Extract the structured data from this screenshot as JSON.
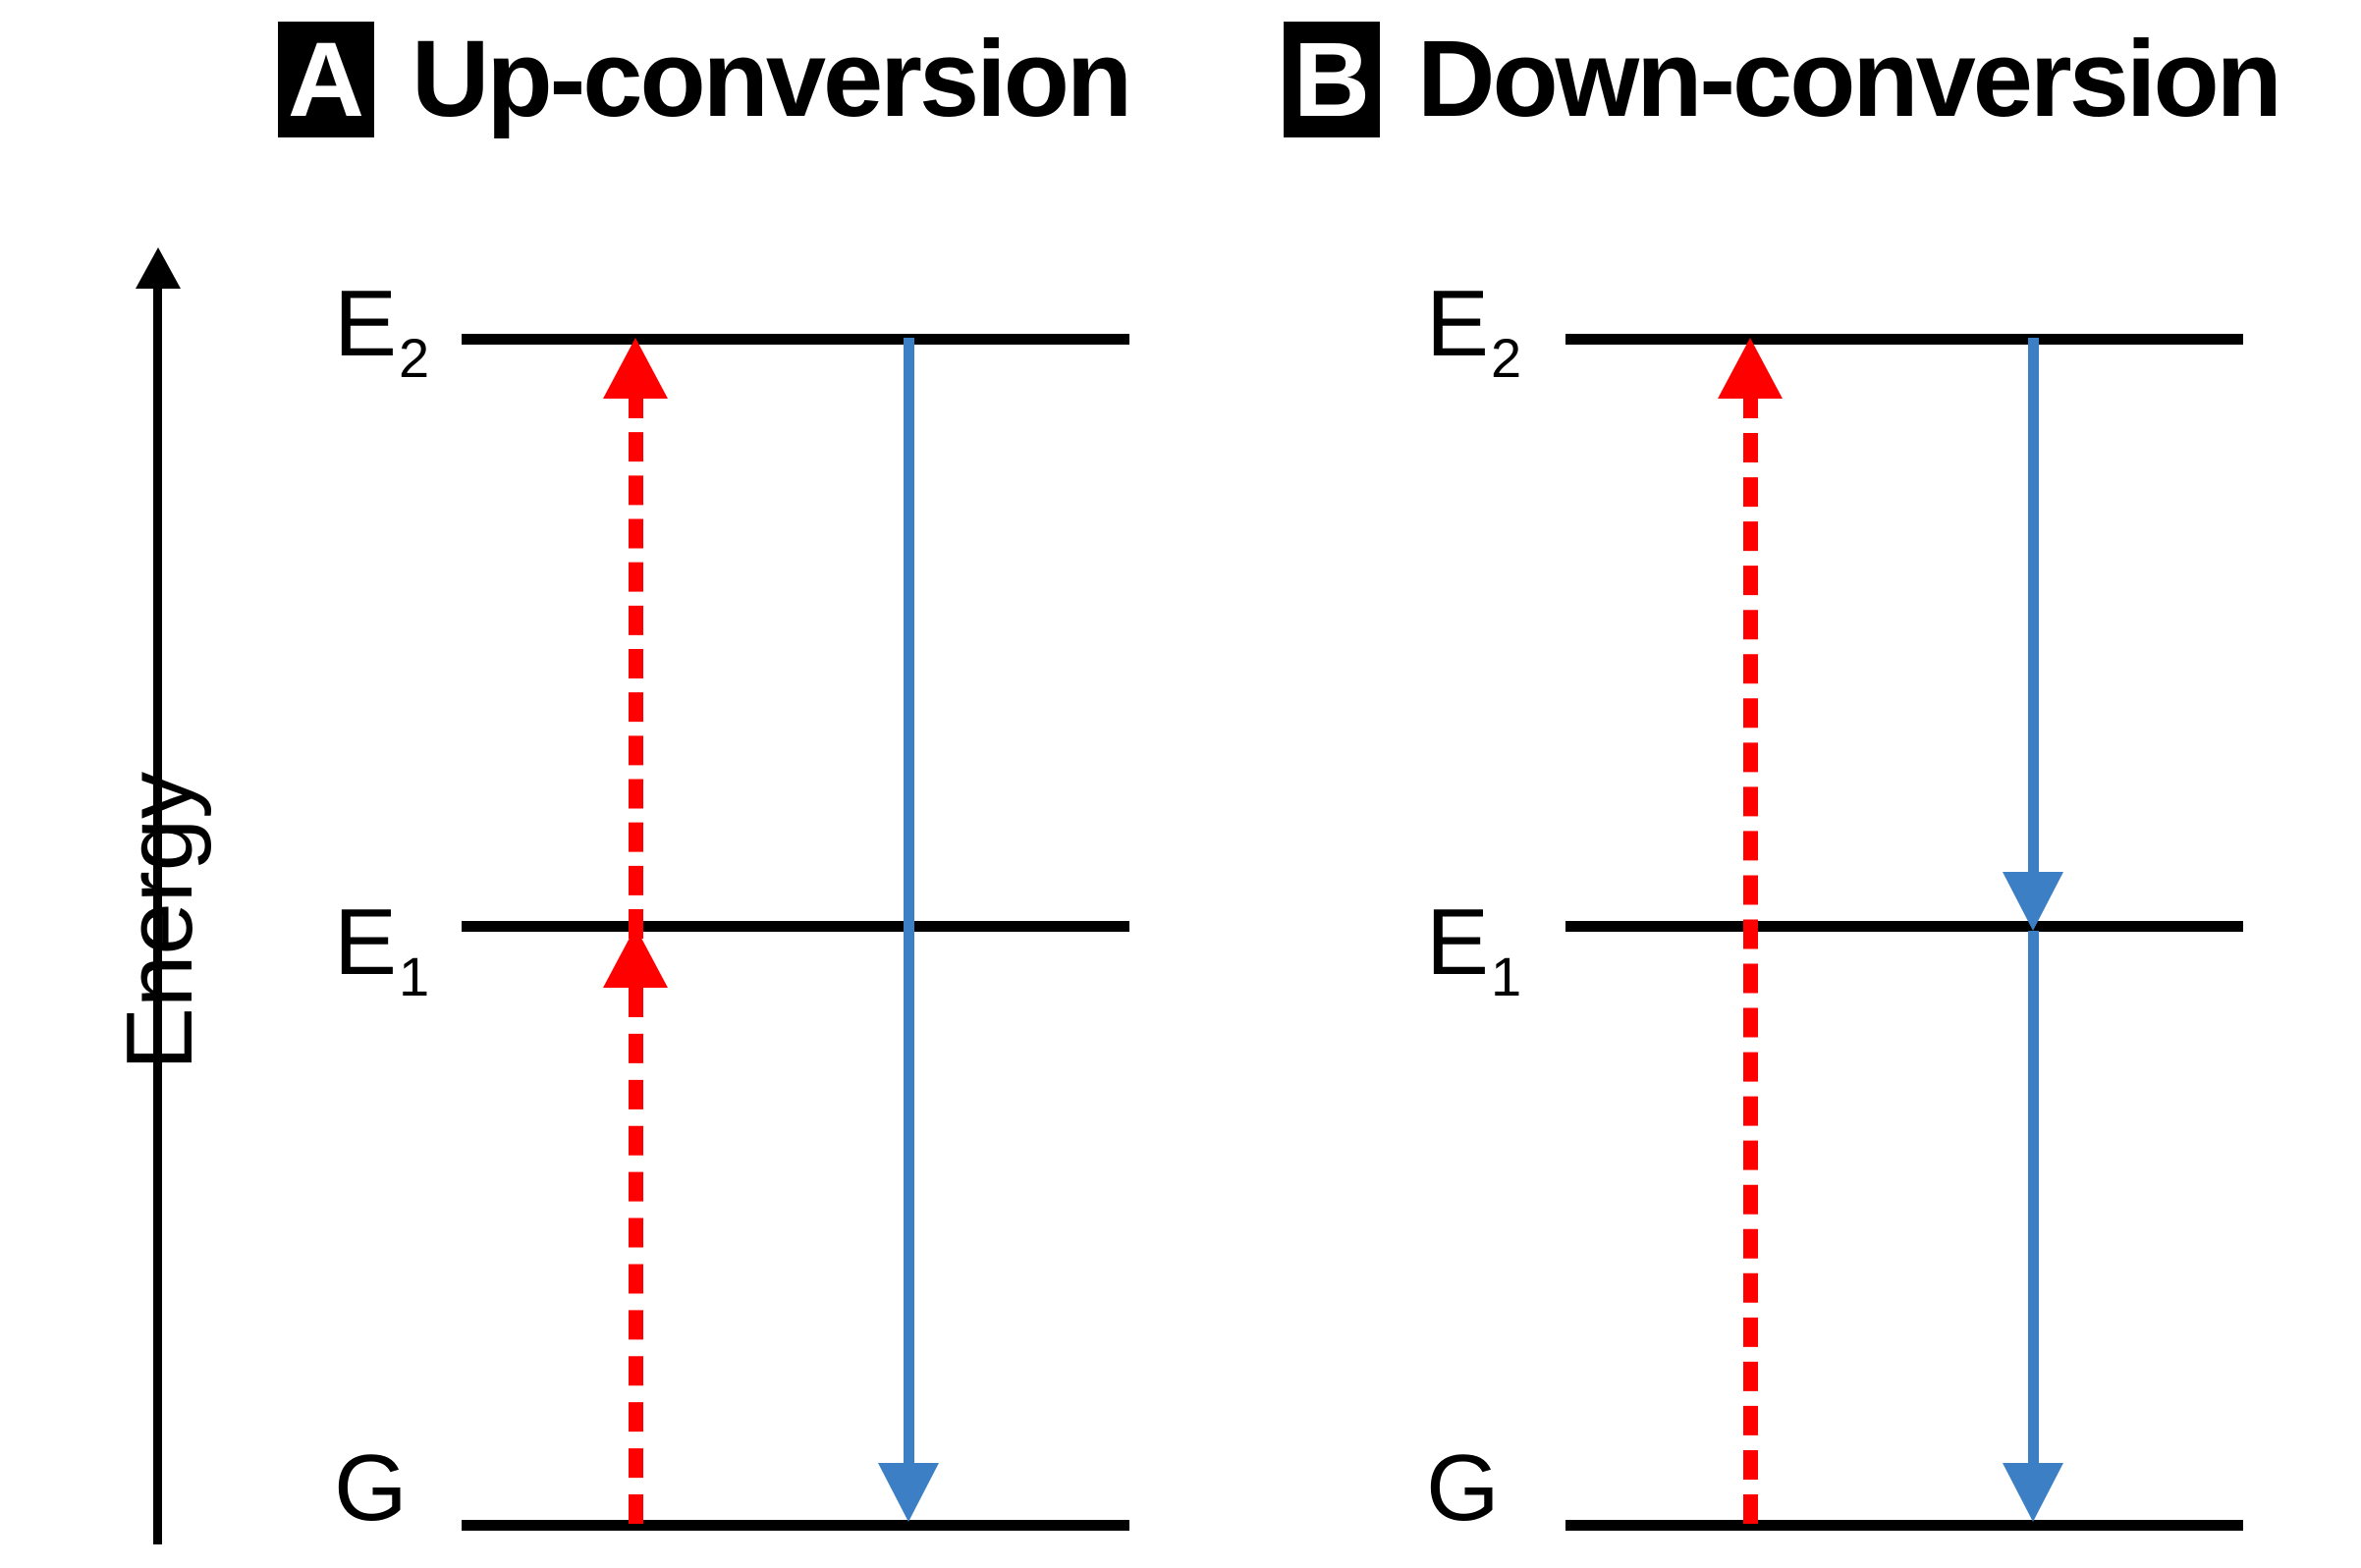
{
  "figure": {
    "type": "energy-level-diagram",
    "background": "#ffffff",
    "axis": {
      "label": "Energy",
      "direction": "up"
    },
    "colors": {
      "excitation_red": "#FF0000",
      "emission_blue": "#3C7FC4",
      "level_black": "#000000",
      "badge_background": "#000000",
      "badge_text": "#ffffff"
    }
  },
  "panels": [
    {
      "badge": "A",
      "title": "Up-conversion",
      "levels": [
        {
          "name": "E2",
          "label": "E",
          "sub": "2"
        },
        {
          "name": "E1",
          "label": "E",
          "sub": "1"
        },
        {
          "name": "G",
          "label": "G",
          "sub": ""
        }
      ],
      "transitions": [
        {
          "name": "excitation",
          "style": "dashed",
          "color": "#FF0000",
          "direction": "up",
          "from": "G",
          "to": "E2",
          "arrowheads": [
            "E1",
            "E2"
          ],
          "description": "two-step stepwise excitation"
        },
        {
          "name": "emission",
          "style": "solid",
          "color": "#3C7FC4",
          "direction": "down",
          "from": "E2",
          "to": "G",
          "arrowheads": [
            "G"
          ],
          "description": "single high-energy emission"
        }
      ]
    },
    {
      "badge": "B",
      "title": "Down-conversion",
      "levels": [
        {
          "name": "E2",
          "label": "E",
          "sub": "2"
        },
        {
          "name": "E1",
          "label": "E",
          "sub": "1"
        },
        {
          "name": "G",
          "label": "G",
          "sub": ""
        }
      ],
      "transitions": [
        {
          "name": "excitation",
          "style": "dashed",
          "color": "#FF0000",
          "direction": "up",
          "from": "G",
          "to": "E2",
          "arrowheads": [
            "E2"
          ],
          "description": "single high-energy excitation"
        },
        {
          "name": "emission",
          "style": "solid",
          "color": "#3C7FC4",
          "direction": "down",
          "from": "E2",
          "to": "G",
          "arrowheads": [
            "E1",
            "G"
          ],
          "description": "two-step cascade emission"
        }
      ]
    }
  ]
}
